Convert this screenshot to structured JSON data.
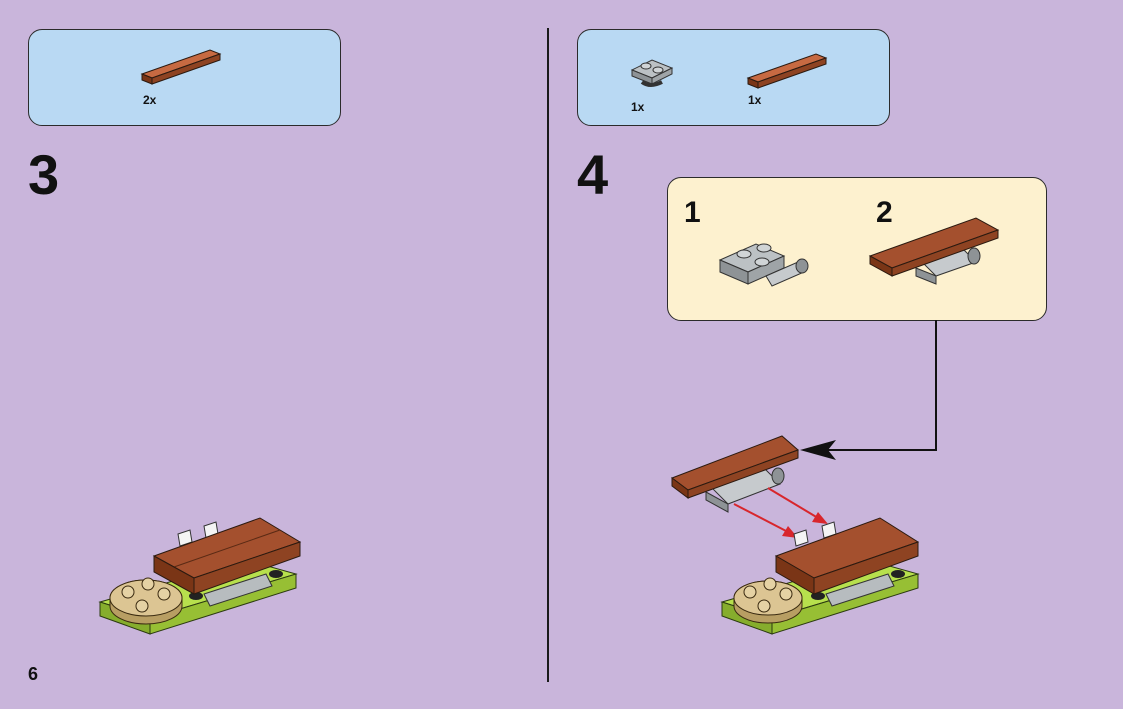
{
  "page": {
    "number": "6"
  },
  "step3": {
    "number": "3",
    "parts": [
      {
        "qty": "2x",
        "icon": "brown-tile-1x4-icon"
      }
    ]
  },
  "step4": {
    "number": "4",
    "parts": [
      {
        "qty": "1x",
        "icon": "gray-plate-with-bar-icon"
      },
      {
        "qty": "1x",
        "icon": "brown-tile-1x4-icon"
      }
    ],
    "subassembly": {
      "steps": [
        {
          "number": "1"
        },
        {
          "number": "2"
        }
      ]
    }
  },
  "colors": {
    "background": "#c9b5db",
    "parts_box": "#b9d9f3",
    "subassembly_box": "#fdf1cf",
    "brown_tile": "#a4502e",
    "lime_plate": "#a5d13f",
    "tan_plate": "#d8c08a",
    "gray_part": "#a6abae",
    "arrow_red": "#d8262c"
  }
}
